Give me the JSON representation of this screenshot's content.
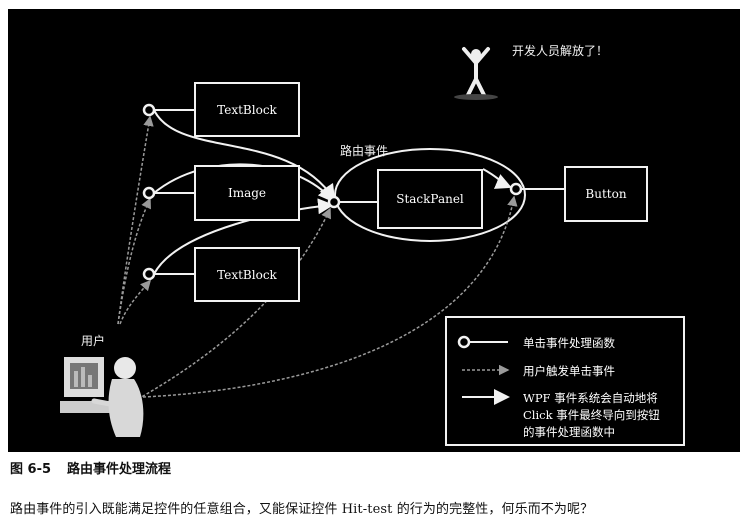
{
  "diagram": {
    "nodes": {
      "textblock_top": "TextBlock",
      "image": "Image",
      "textblock_bottom": "TextBlock",
      "stackpanel": "StackPanel",
      "button": "Button"
    },
    "routed_event_label": "路由事件",
    "developer_label": "开发人员解放了！",
    "user_label": "用户",
    "legend": {
      "handler": "单击事件处理函数",
      "user_trigger": "用户触发单击事件",
      "wpf_line1": "WPF 事件系统会自动地将",
      "wpf_line2": "Click 事件最终导向到按钮",
      "wpf_line3": "的事件处理函数中"
    },
    "colors": {
      "background": "#000000",
      "line": "#f2f2f2",
      "user_arrow": "#9a9a9a"
    },
    "icons": [
      "cheering-person-icon",
      "user-at-computer-icon"
    ]
  },
  "caption": {
    "number": "图 6-5",
    "title": "路由事件处理流程"
  },
  "body_text": "路由事件的引入既能满足控件的任意组合，又能保证控件 Hit-test 的行为的完整性，何乐而不为呢？"
}
